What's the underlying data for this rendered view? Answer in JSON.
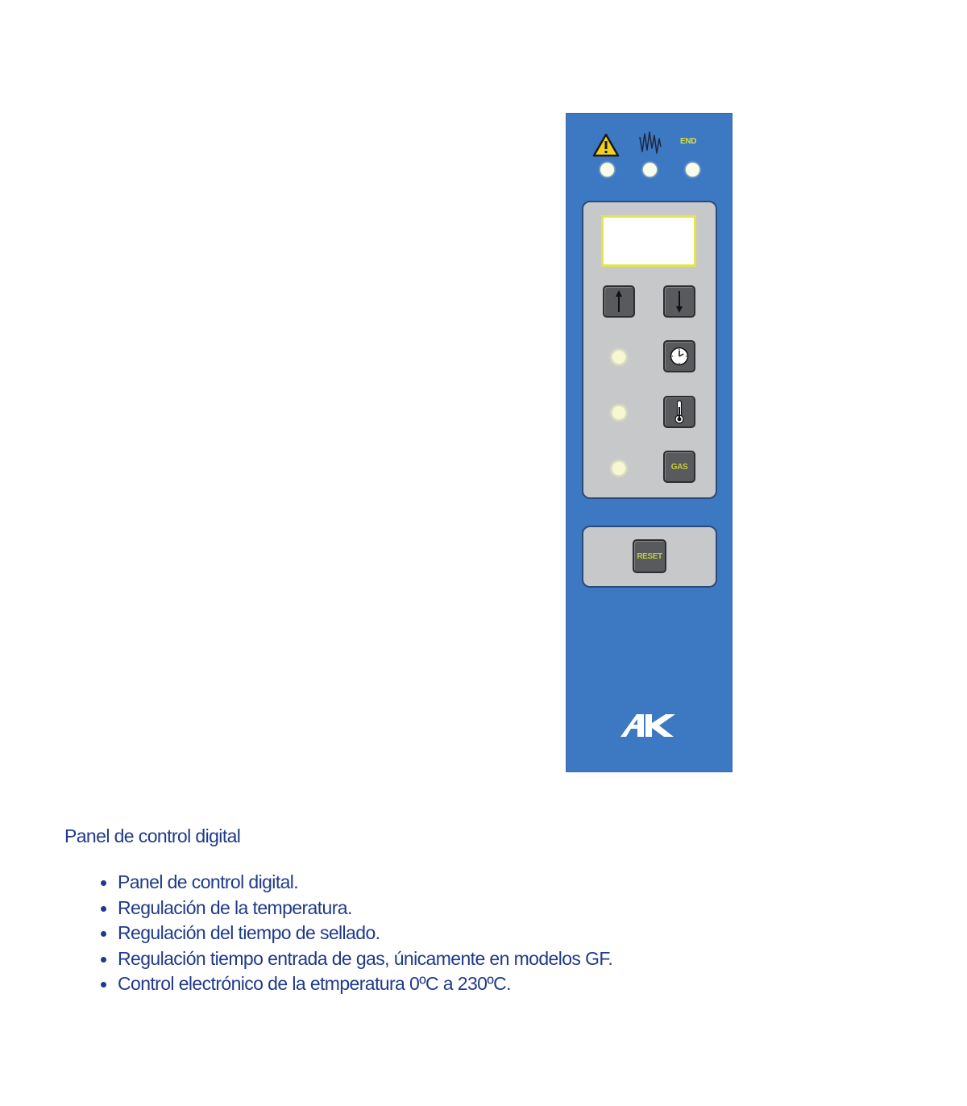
{
  "panel": {
    "status_labels": {
      "end": "END"
    },
    "buttons": {
      "gas_label": "GAS",
      "reset_label": "RESET"
    },
    "icons": {
      "warning": "warning-triangle-icon",
      "heater": "heating-coil-icon",
      "up": "arrow-up-icon",
      "down": "arrow-down-icon",
      "timer": "clock-icon",
      "temperature": "thermometer-icon",
      "logo": "ak-logo"
    },
    "colors": {
      "panel_blue": "#3d78c2",
      "keypad_gray": "#c7c8ca",
      "key_dark": "#585a5d",
      "label_yellow": "#d8de46",
      "text_blue": "#1f3a8a"
    }
  },
  "description": {
    "heading": "Panel de control digital",
    "features": [
      "Panel de control digital.",
      "Regulación de la temperatura.",
      "Regulación del tiempo de sellado.",
      "Regulación tiempo entrada de gas, únicamente en modelos GF.",
      "Control electrónico de la etmperatura 0ºC a 230ºC."
    ]
  }
}
